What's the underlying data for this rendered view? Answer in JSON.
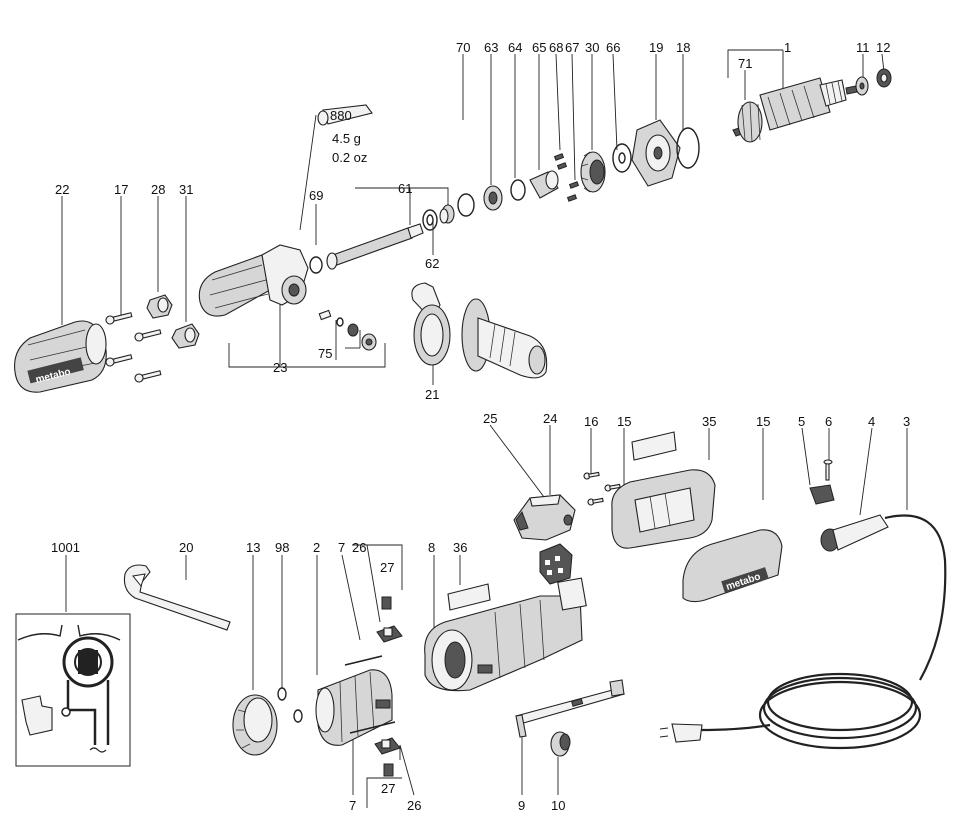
{
  "labels": {
    "p1": "1",
    "p3": "3",
    "p4": "4",
    "p5": "5",
    "p6": "6",
    "p7a": "7",
    "p7b": "7",
    "p8": "8",
    "p9": "9",
    "p10": "10",
    "p11": "11",
    "p12": "12",
    "p13": "13",
    "p15a": "15",
    "p15b": "15",
    "p16": "16",
    "p17": "17",
    "p18": "18",
    "p19": "19",
    "p2": "2",
    "p20": "20",
    "p21": "21",
    "p22": "22",
    "p23": "23",
    "p24": "24",
    "p25": "25",
    "p26a": "26",
    "p26b": "26",
    "p27a": "27",
    "p27b": "27",
    "p28": "28",
    "p30": "30",
    "p31": "31",
    "p35": "35",
    "p36": "36",
    "p61": "61",
    "p62": "62",
    "p63": "63",
    "p64": "64",
    "p65": "65",
    "p66": "66",
    "p67": "67",
    "p68": "68",
    "p69": "69",
    "p70": "70",
    "p71": "71",
    "p75": "75",
    "p98": "98",
    "p1001": "1001"
  },
  "grease": {
    "code": "880",
    "weight_g": "4.5 g",
    "weight_oz": "0.2 oz"
  },
  "brand": {
    "logo_text": "metabo"
  },
  "colors": {
    "line": "#222222",
    "part_fill": "#f2f2f2",
    "part_shade": "#d6d6d6",
    "dark": "#555555"
  }
}
